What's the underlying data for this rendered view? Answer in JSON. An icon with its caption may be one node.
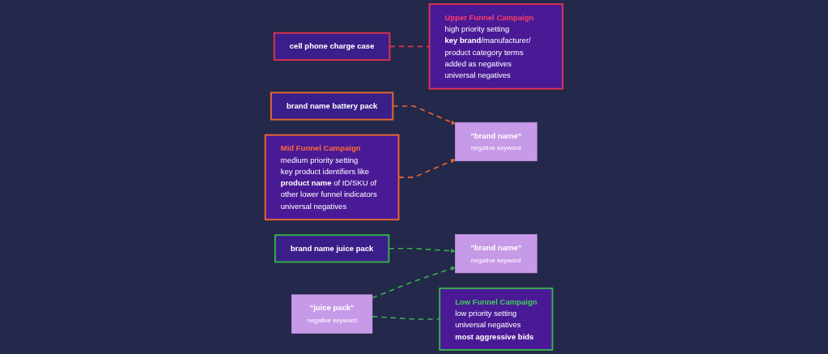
{
  "diagram": {
    "nodes": [
      {
        "text": [
          "cell phone charge case"
        ]
      },
      {
        "text": [
          "brand name battery pack"
        ]
      },
      {
        "text": [
          "brand name juice pack"
        ]
      },
      {
        "text": [
          "Upper Funnel Campaign",
          "high priority setting",
          "**key brand**/manufacturer/ product category terms added as negatives",
          "universal negatives"
        ]
      },
      {
        "text": [
          "\"brand name\"",
          "negative keyword"
        ]
      },
      {
        "text": [
          "\"brand name\"",
          "negative keyword"
        ]
      },
      {
        "text": [
          "Mid Funnel Campaign",
          "medium priority setting",
          "key product identifiers like **product name** of ID/SKU of other lower funnel indicators",
          "universal negatives"
        ]
      },
      {
        "text": [
          "\"juice pack\"",
          "negative keyword"
        ]
      },
      {
        "text": [
          "Low Funnel Campaign",
          "low priority setting",
          "universal negatives",
          "**most aggressive bids**"
        ]
      }
    ],
    "edges": [
      {
        "from": 0,
        "to": 3,
        "arrow": "none",
        "style": "dashed",
        "color": "#e0324f"
      },
      {
        "from": 1,
        "to": 4,
        "arrow": "to",
        "style": "dashed",
        "color": "#ea6a2e"
      },
      {
        "from": 6,
        "to": 4,
        "arrow": "to",
        "style": "dashed",
        "color": "#ea6a2e"
      },
      {
        "from": 2,
        "to": 5,
        "arrow": "to",
        "style": "dashed",
        "color": "#35b44a"
      },
      {
        "from": 7,
        "to": 5,
        "arrow": "to",
        "style": "dashed",
        "color": "#35b44a"
      },
      {
        "from": 7,
        "to": 8,
        "arrow": "none",
        "style": "dashed",
        "color": "#35b44a"
      }
    ]
  }
}
